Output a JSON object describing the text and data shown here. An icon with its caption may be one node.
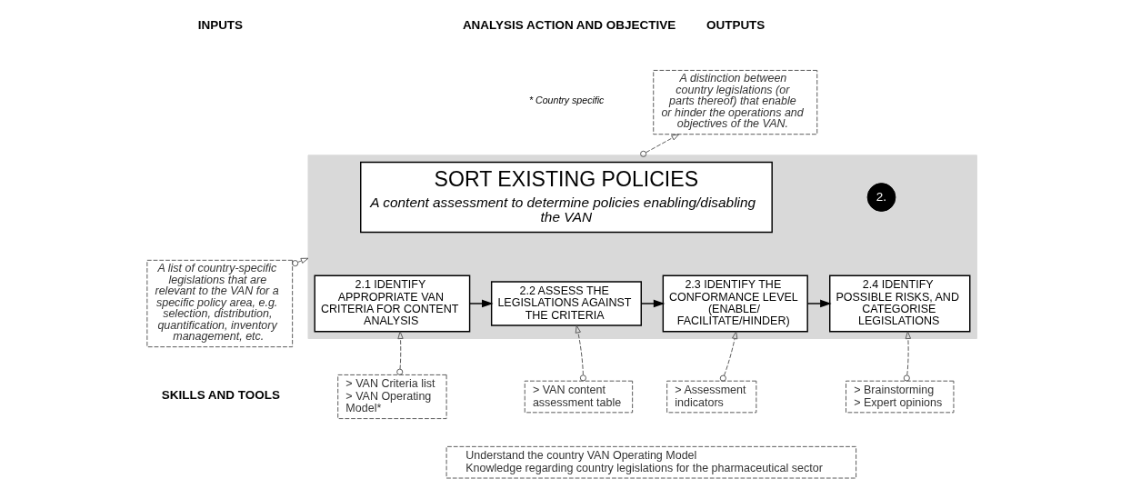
{
  "diagram": {
    "nodes": [
      {
        "text": [
          "A list of country-specific legislations that are relevant to the VAN for a specific policy area, e.g. selection, distribution, quantification, inventory management, etc."
        ]
      },
      {
        "text": [],
        "shape": "box"
      },
      {
        "text": [
          "2."
        ],
        "in": 1
      },
      {
        "text": [
          "SORT EXISTING POLICIES",
          "A content assessment to determine policies enabling/disabling the VAN"
        ],
        "in": 1
      },
      {
        "text": [
          "2.1 IDENTIFY APPROPRIATE VAN CRITERIA FOR CONTENT ANALYSIS"
        ],
        "in": 1
      },
      {
        "text": [
          "2.2 ASSESS THE LEGISLATIONS AGAINST THE CRITERIA"
        ],
        "in": 1
      },
      {
        "text": [
          "2.3 IDENTIFY THE CONFORMANCE LEVEL (ENABLE/ FACILITATE/HINDER)"
        ],
        "in": 1
      },
      {
        "text": [
          "2.4 IDENTIFY POSSIBLE RISKS, AND CATEGORISE LEGISLATIONS"
        ],
        "in": 1
      },
      {
        "text": [
          "A distinction between country legislations (or parts thereof) that enable or hinder the operations and objectives of the VAN."
        ]
      },
      {
        "text": [
          "> VAN Criteria list",
          "> VAN Operating Model*"
        ]
      },
      {
        "text": [
          "> VAN content assessment table"
        ]
      },
      {
        "text": [
          "> Assessment indicators"
        ]
      },
      {
        "text": [
          "> Brainstorming",
          "> Expert opinions"
        ]
      },
      {
        "text": [
          "Understand the country VAN Operating Model",
          "Knowledge regarding country legislations for the pharmaceutical sector"
        ]
      }
    ],
    "edges": [
      {
        "from": 0,
        "to": 1,
        "arrow": "to",
        "style": "dashed"
      },
      {
        "from": 1,
        "to": 8,
        "arrow": "to",
        "style": "dashed"
      },
      {
        "from": 4,
        "to": 5,
        "arrow": "to"
      },
      {
        "from": 5,
        "to": 6,
        "arrow": "to"
      },
      {
        "from": 6,
        "to": 7,
        "arrow": "to"
      },
      {
        "from": 9,
        "to": 4,
        "arrow": "to",
        "style": "dashed"
      },
      {
        "from": 10,
        "to": 5,
        "arrow": "to",
        "style": "dashed"
      },
      {
        "from": 11,
        "to": 6,
        "arrow": "to",
        "style": "dashed"
      },
      {
        "from": 12,
        "to": 7,
        "arrow": "to",
        "style": "dashed"
      }
    ],
    "labels": [
      "INPUTS",
      "ANALYSIS ACTION AND OBJECTIVE",
      "OUTPUTS",
      "* Country specific",
      "SKILLS AND TOOLS"
    ]
  }
}
